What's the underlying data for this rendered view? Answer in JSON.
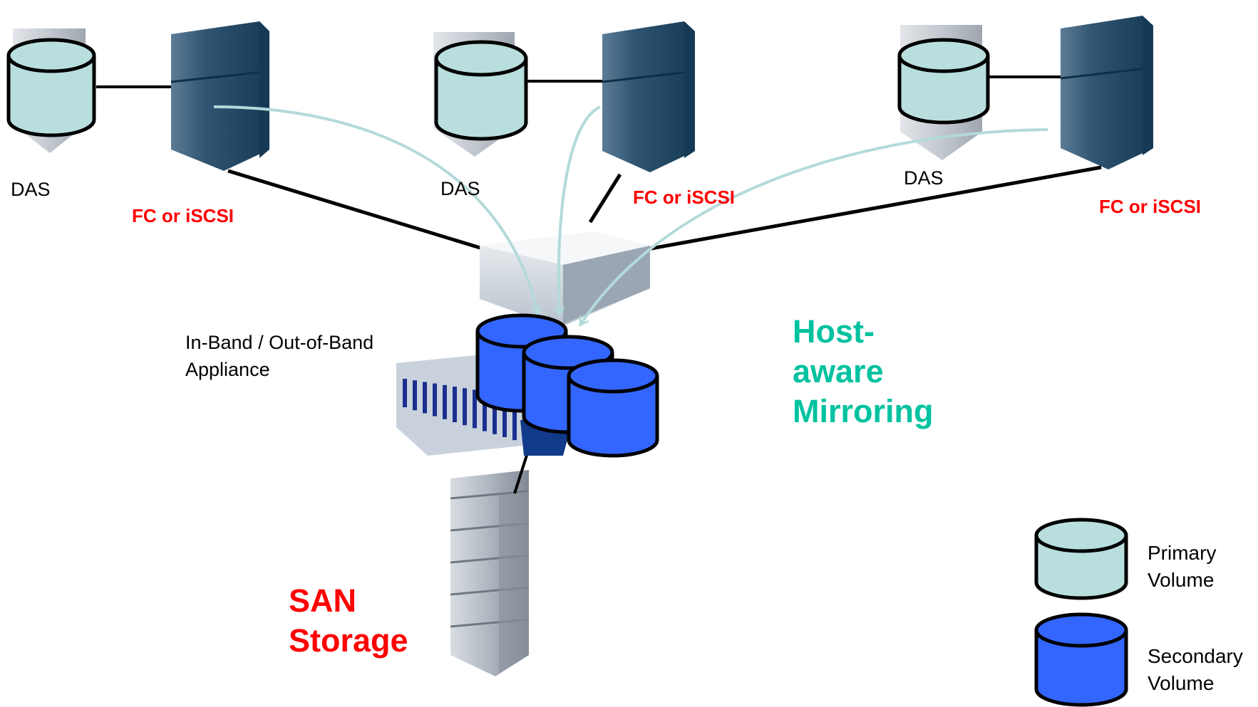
{
  "colors": {
    "primary_volume": "#b9dede",
    "secondary_volume": "#3366ff",
    "server": "#2f5572",
    "fc_link": "#000000",
    "mirror_link": "#b3dada",
    "protocol_label": "#ff0000",
    "mirroring_label": "#00c2a0",
    "san_label": "#ff0000"
  },
  "hosts": [
    {
      "das_label": "DAS",
      "protocol_label": "FC or iSCSI"
    },
    {
      "das_label": "DAS",
      "protocol_label": "FC or iSCSI"
    },
    {
      "das_label": "DAS",
      "protocol_label": "FC or iSCSI"
    }
  ],
  "appliance": {
    "label_lines": [
      "In-Band / Out-of-Band",
      "Appliance"
    ]
  },
  "mirroring": {
    "label_lines": [
      "Host-",
      "aware",
      "Mirroring"
    ]
  },
  "san": {
    "label_lines": [
      "SAN",
      "Storage"
    ]
  },
  "legend": {
    "primary": {
      "lines": [
        "Primary",
        "Volume"
      ]
    },
    "secondary": {
      "lines": [
        "Secondary",
        "Volume"
      ]
    }
  },
  "icons": [
    "das-disk-icon",
    "server-tower-icon",
    "switch-icon",
    "appliance-icon",
    "san-storage-icon",
    "volume-cylinder-icon"
  ]
}
